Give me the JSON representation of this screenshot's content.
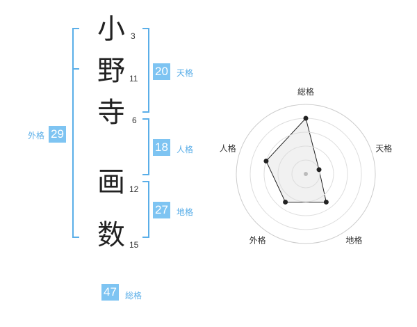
{
  "name": {
    "chars": [
      {
        "char": "小",
        "strokes": "3"
      },
      {
        "char": "野",
        "strokes": "11"
      },
      {
        "char": "寺",
        "strokes": "6"
      },
      {
        "char": "画",
        "strokes": "12"
      },
      {
        "char": "数",
        "strokes": "15"
      }
    ]
  },
  "kakusu": {
    "gaikaku": {
      "value": "29",
      "label": "外格"
    },
    "tenkaku": {
      "value": "20",
      "label": "天格"
    },
    "jinkaku": {
      "value": "18",
      "label": "人格"
    },
    "chikaku": {
      "value": "27",
      "label": "地格"
    },
    "soukaku": {
      "value": "47",
      "label": "総格"
    }
  },
  "chart_data": {
    "type": "radar",
    "axes": [
      "総格",
      "天格",
      "地格",
      "外格",
      "人格"
    ],
    "values": [
      4.0,
      1.0,
      2.5,
      2.5,
      3.0
    ],
    "max": 5,
    "rings": 5,
    "colors": {
      "fill": "#eeeeee",
      "stroke": "#222222",
      "grid": "#cccccc",
      "point": "#222222"
    }
  }
}
